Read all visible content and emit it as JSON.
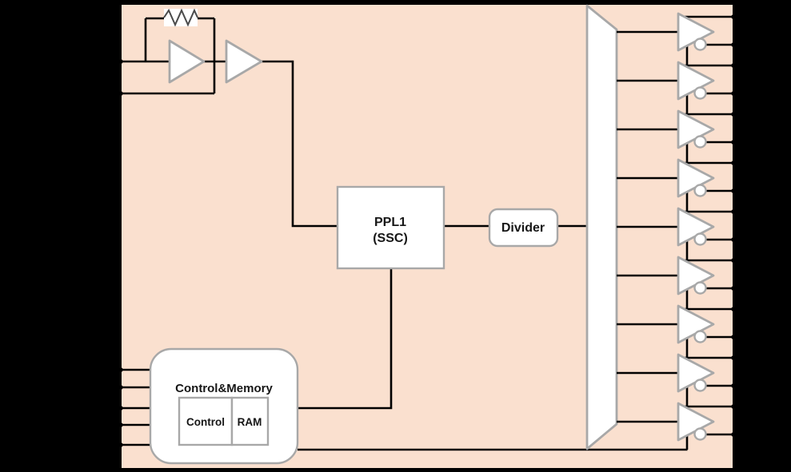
{
  "background_color": "#000000",
  "chip": {
    "fill_color": "#FAE0CF",
    "outline_color": "#000000"
  },
  "block_style": {
    "fill": "#FFFFFF",
    "border": "#A8A8A8"
  },
  "wire_color": "#000000",
  "oscillator": {
    "resistor_icon": "resistor-zigzag-icon",
    "amplifier_icon": "amplifier-triangle-icon",
    "amplifier_count": 2
  },
  "pll": {
    "label_line1": "PPL1",
    "label_line2": "(SSC)"
  },
  "divider": {
    "label": "Divider"
  },
  "control_memory": {
    "title": "Control&Memory",
    "sub_blocks": [
      {
        "label": "Control"
      },
      {
        "label": "RAM"
      }
    ]
  },
  "mux": {
    "icon": "fanout-trapezoid-icon"
  },
  "output_buffers": {
    "count": 9,
    "outputs_per_buffer": 2
  },
  "pins": {
    "left_oscillator": 2,
    "left_control": 5,
    "right_outputs": 18
  }
}
